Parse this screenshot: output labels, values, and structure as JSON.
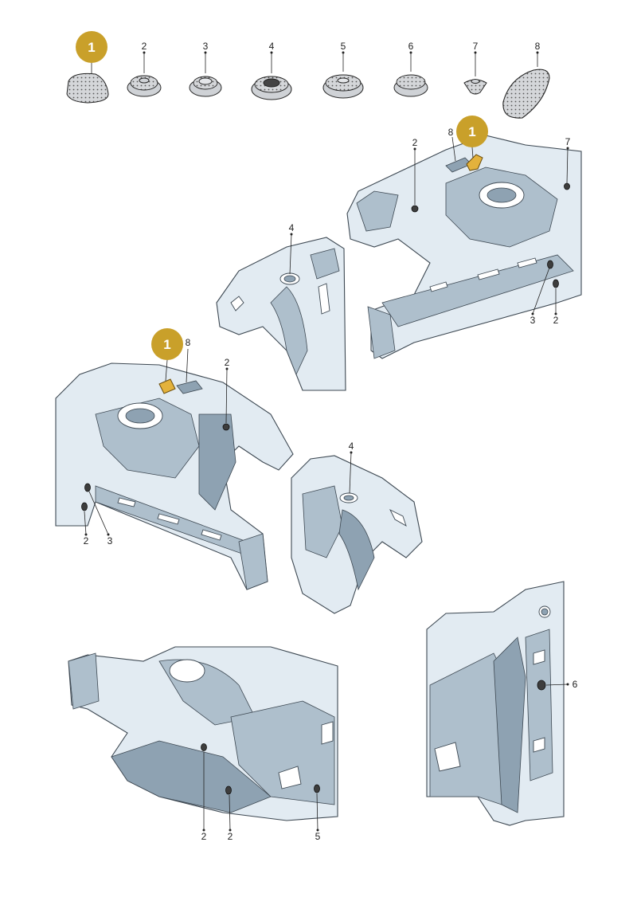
{
  "colors": {
    "badge": "#c9a02a",
    "body_panel": "#e2ebf2",
    "body_shade": "#aebfcc",
    "line": "#3d4852",
    "highlight": "#e3b23c"
  },
  "parts_row": [
    {
      "label": "1",
      "badge": true
    },
    {
      "label": "2"
    },
    {
      "label": "3"
    },
    {
      "label": "4"
    },
    {
      "label": "5"
    },
    {
      "label": "6"
    },
    {
      "label": "7"
    },
    {
      "label": "8"
    }
  ],
  "views": {
    "top_right": {
      "callouts": [
        "8",
        "1",
        "2",
        "7",
        "3",
        "2"
      ],
      "badge": "1"
    },
    "strut_top": {
      "callouts": [
        "4"
      ]
    },
    "mid_left": {
      "callouts": [
        "1",
        "8",
        "2",
        "2",
        "3"
      ],
      "badge": "1"
    },
    "strut_mid": {
      "callouts": [
        "4"
      ]
    },
    "bottom_left": {
      "callouts": [
        "2",
        "2",
        "5"
      ]
    },
    "bottom_right": {
      "callouts": [
        "6"
      ]
    }
  },
  "icons": {
    "badge": "numbered-badge-icon",
    "plug": "plug-icon"
  }
}
